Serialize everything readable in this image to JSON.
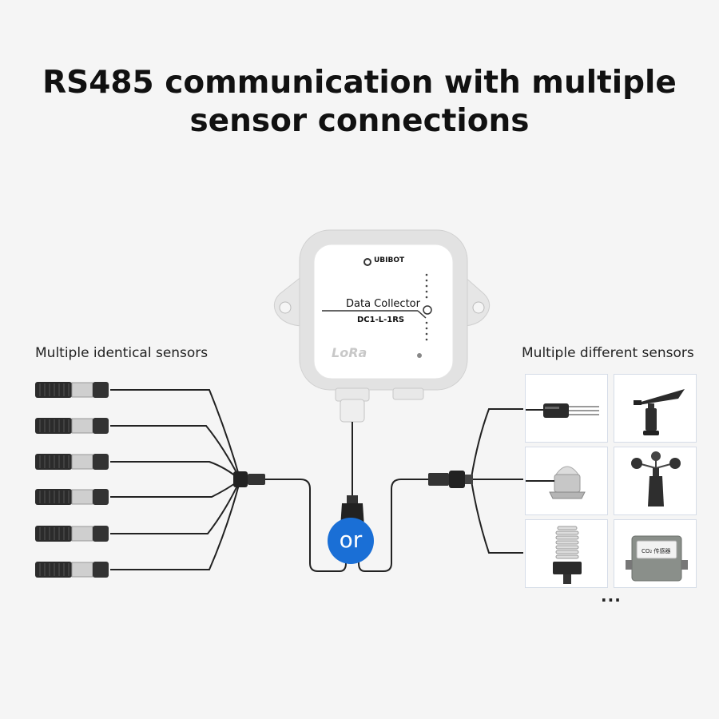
{
  "title": {
    "line1": "RS485 communication with multiple",
    "line2": "sensor connections"
  },
  "left_label": "Multiple identical sensors",
  "right_label": "Multiple different sensors",
  "device": {
    "brand": "UBIBOT",
    "name": "Data Collector",
    "model": "DC1-L-1RS",
    "logo": "LoRa"
  },
  "or_label": "or",
  "more_indicator": "...",
  "colors": {
    "accent": "#1a6fd6",
    "cable": "#222222",
    "sensor_body": "#2b2b2b"
  },
  "icons": {
    "identical_sensor": "probe-sensor-icon",
    "soil_probe": "soil-probe-icon",
    "wind_vane": "wind-vane-icon",
    "light_sensor": "light-sensor-icon",
    "anemometer": "anemometer-icon",
    "radiation_shield": "radiation-shield-icon",
    "co2_box": "co2-sensor-box-icon"
  },
  "right_sensor_box_label": "CO₂ 传感器"
}
